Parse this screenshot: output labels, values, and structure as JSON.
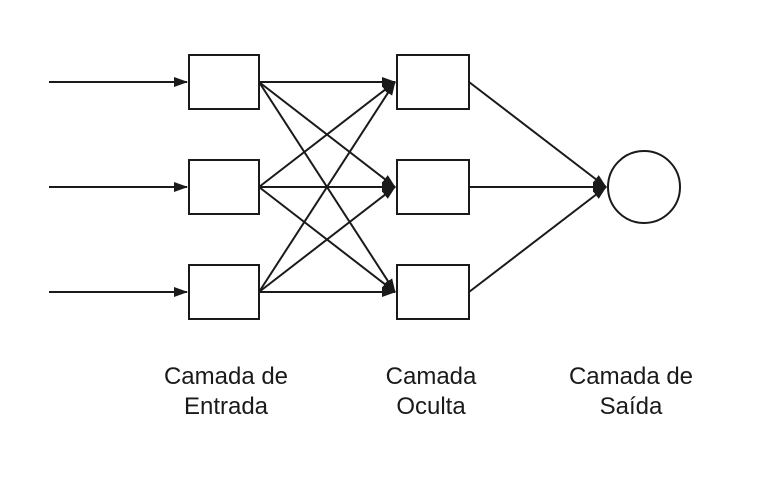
{
  "diagram": {
    "type": "neural-network-layers",
    "background_color": "#ffffff",
    "stroke_color": "#1a1a1a",
    "text_color": "#1a1a1a",
    "layers": [
      {
        "id": "input",
        "node_shape": "rect",
        "node_count": 3
      },
      {
        "id": "hidden",
        "node_shape": "rect",
        "node_count": 3
      },
      {
        "id": "output",
        "node_shape": "circle",
        "node_count": 1
      }
    ],
    "connections": [
      "external-to-input (3 arrows)",
      "input-to-hidden (fully connected, 9 arrows)",
      "hidden-to-output (3 arrows)"
    ],
    "labels": {
      "input": {
        "line1": "Camada de",
        "line2": "Entrada"
      },
      "hidden": {
        "line1": "Camada",
        "line2": "Oculta"
      },
      "output": {
        "line1": "Camada de",
        "line2": "Saída"
      }
    }
  }
}
